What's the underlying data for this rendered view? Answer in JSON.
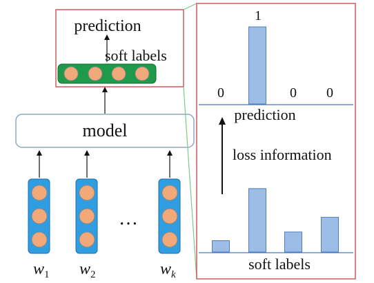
{
  "left": {
    "prediction_label": "prediction",
    "soft_labels_label": "soft labels",
    "model_label": "model",
    "ellipsis": "…",
    "inputs": [
      {
        "base": "w",
        "sub": "1"
      },
      {
        "base": "w",
        "sub": "2"
      },
      {
        "base": "w",
        "sub": "k"
      }
    ]
  },
  "right": {
    "prediction_chart": {
      "axis_label": "prediction",
      "values": [
        0,
        1,
        0,
        0
      ],
      "value_labels": [
        "0",
        "1",
        "0",
        "0"
      ]
    },
    "loss_label": "loss information",
    "soft_labels_chart": {
      "axis_label": "soft labels",
      "values": [
        0.17,
        0.95,
        0.3,
        0.52
      ]
    }
  },
  "colors": {
    "frame_red": "#d05a5a",
    "connector_green": "#7dc88a",
    "bar_fill": "#9cbde6",
    "bar_stroke": "#4f7cbf",
    "axis_blue": "#4a78c2",
    "vector_fill": "#2f9de0",
    "vector_stroke": "#1b6fb0",
    "node_fill": "#f2a97a",
    "soft_vector_fill": "#1f9a4a"
  }
}
